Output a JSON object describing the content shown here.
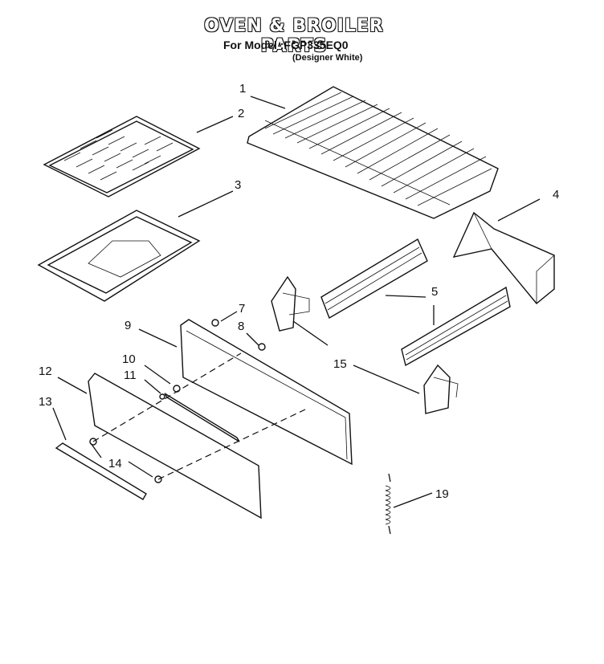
{
  "title": "OVEN & BROILER PARTS",
  "model_line": "For Model :FGP335EQ0",
  "variant_line": "(Designer White)",
  "callouts": [
    "1",
    "2",
    "3",
    "4",
    "5",
    "7",
    "8",
    "9",
    "10",
    "11",
    "12",
    "13",
    "14",
    "15",
    "19"
  ],
  "parts": {
    "rack": "1",
    "broiler_grid": "2",
    "broiler_pan": "3",
    "bracket_left": "4",
    "slide": "5",
    "screw_7": "7",
    "screw_8": "8",
    "inner_panel": "9",
    "screw_10": "10",
    "screw_11": "11",
    "drawer_front": "12",
    "handle_trim": "13",
    "clip_14": "14",
    "hinge_bracket": "15",
    "spring": "19"
  }
}
